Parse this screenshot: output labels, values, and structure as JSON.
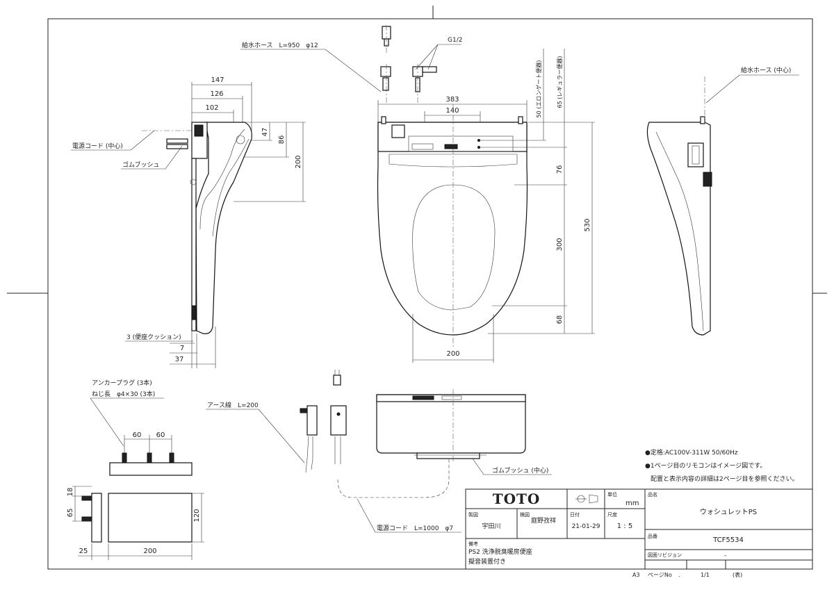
{
  "labels": {
    "hose_left": "給水ホース　L=950　φ12",
    "g_thread": "G1/2",
    "hose_right": "給水ホース (中心)",
    "cord_center": "電源コード (中心)",
    "gum_bush": "ゴムブッシュ",
    "cushion": "3 (便座クッション)",
    "anchor_1": "アンカープラグ (3本)",
    "anchor_2": "ねじ長　φ4×30 (3本)",
    "earth": "アース線　L=200",
    "gum_bush_center": "ゴムブッシュ (中心)",
    "cord_len": "電源コード　L=1000　φ7",
    "elongate": "50 (エロンゲート便器)",
    "regular": "65 (レギュラー便器)"
  },
  "dims": {
    "d147": "147",
    "d126": "126",
    "d102": "102",
    "d47": "47",
    "d86": "86",
    "d200a": "200",
    "d7": "7",
    "d37": "37",
    "d383": "383",
    "d140": "140",
    "d76": "76",
    "d300": "300",
    "d530": "530",
    "d68": "68",
    "d200b": "200",
    "d60a": "60",
    "d60b": "60",
    "d18": "18",
    "d65": "65",
    "d120": "120",
    "d25": "25",
    "d200c": "200"
  },
  "notes": {
    "n1": "●定格:AC100V-311W 50/60Hz",
    "n2": "●1ページ目のリモコンはイメージ図です。",
    "n3": "配置と表示内容の詳細は2ページ目を参照ください。"
  },
  "title_block": {
    "brand": "TOTO",
    "unit_label": "単位",
    "unit": "mm",
    "name_label": "品名",
    "name": "ウォシュレットPS",
    "drafter_label": "製図",
    "drafter": "宇田川",
    "checker_label": "検図",
    "checker": "庭野孜祥",
    "date_label": "日付",
    "date": "21-01-29",
    "scale_label": "尺度",
    "scale": "1 : 5",
    "model_label": "品番",
    "model": "TCF5534",
    "remarks_label": "備考",
    "remarks_1": "PS2 洗浄脱臭暖房便座",
    "remarks_2": "擬音装置付き",
    "revision_label": "図面リビジョン",
    "revision": "-",
    "paper": "A3",
    "page_label": "ページNo",
    "page_dot": ".",
    "page": "1/1",
    "page_suffix": "(表)"
  }
}
